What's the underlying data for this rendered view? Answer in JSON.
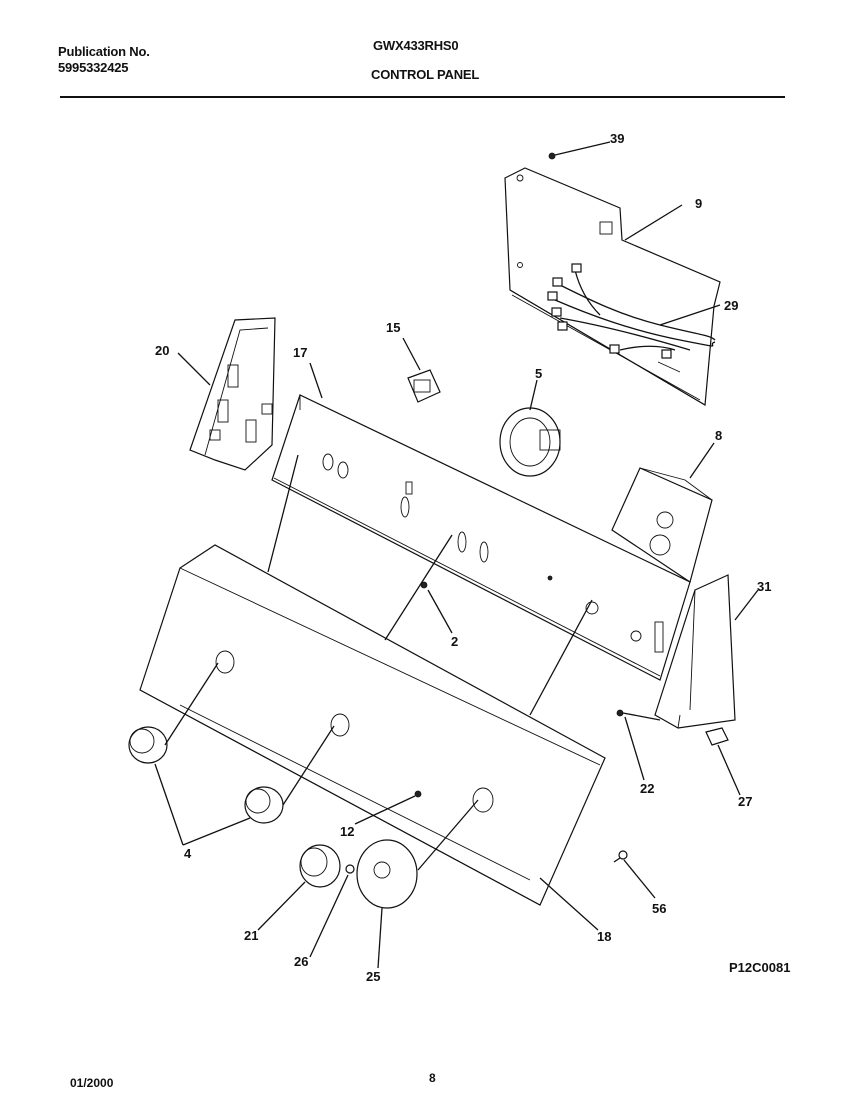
{
  "header": {
    "publication_label": "Publication No.",
    "publication_number": "5995332425",
    "model": "GWX433RHS0",
    "section_title": "CONTROL PANEL"
  },
  "diagram": {
    "figure_code": "P12C0081",
    "callouts": [
      "39",
      "9",
      "29",
      "20",
      "15",
      "17",
      "5",
      "8",
      "2",
      "31",
      "22",
      "27",
      "4",
      "12",
      "21",
      "26",
      "25",
      "18",
      "56"
    ]
  },
  "footer": {
    "date": "01/2000",
    "page_number": "8"
  }
}
